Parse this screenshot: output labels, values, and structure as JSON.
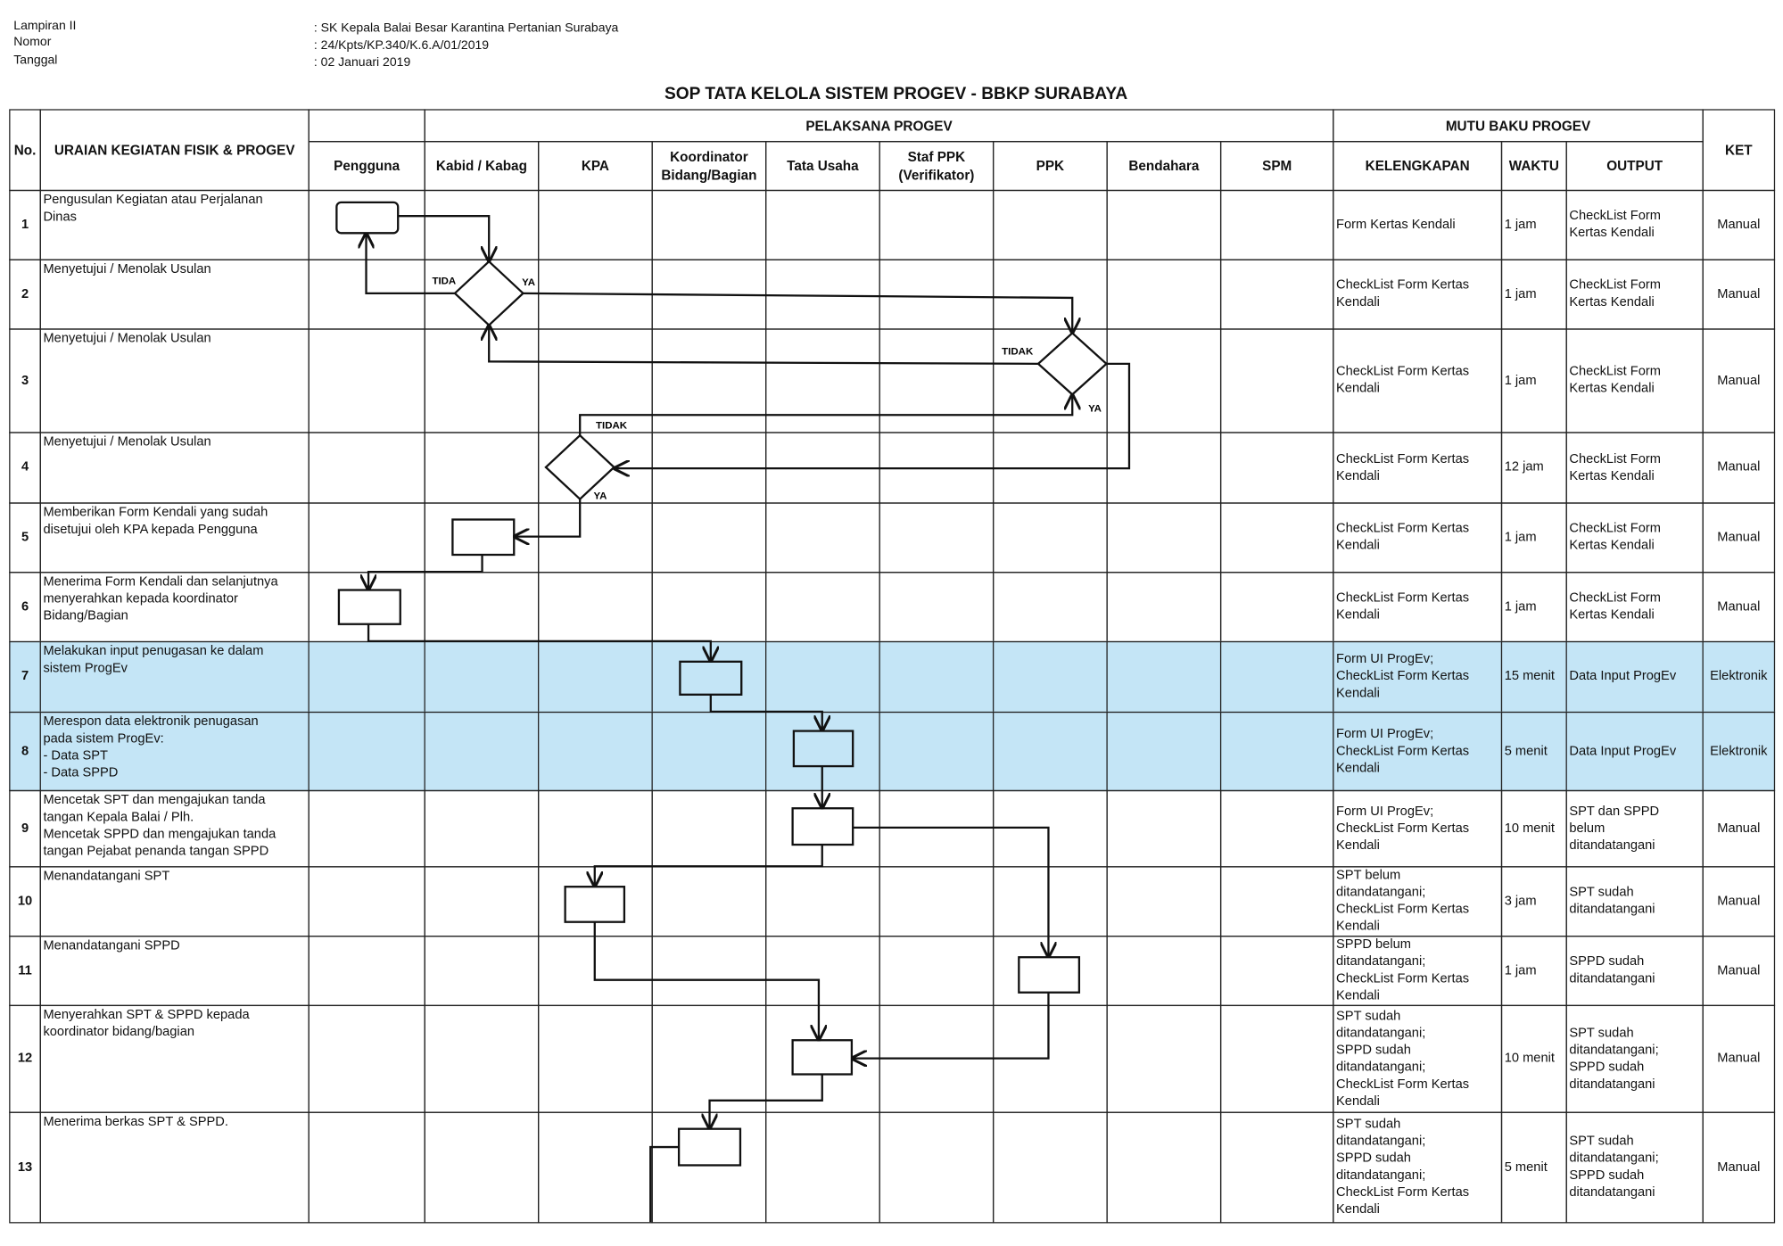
{
  "header": {
    "labels": [
      "Lampiran  II",
      "Nomor",
      "Tanggal"
    ],
    "values": [
      ": SK Kepala Balai Besar Karantina Pertanian Surabaya",
      ": 24/Kpts/KP.340/K.6.A/01/2019",
      ": 02 Januari 2019"
    ]
  },
  "title": "SOP TATA KELOLA SISTEM PROGEV - BBKP SURABAYA",
  "table_header": {
    "no": "No.",
    "uraian": "URAIAN KEGIATAN FISIK & PROGEV",
    "pelaksana": "PELAKSANA PROGEV",
    "mutu": "MUTU BAKU PROGEV",
    "ket": "KET",
    "actors": [
      "Pengguna",
      "Kabid / Kabag",
      "KPA",
      "Koordinator\nBidang/Bagian",
      "Tata Usaha",
      "Staf PPK\n(Verifikator)",
      "PPK",
      "Bendahara",
      "SPM"
    ],
    "mutu_cols": [
      "KELENGKAPAN",
      "WAKTU",
      "OUTPUT"
    ]
  },
  "flow_labels": {
    "tida": "TIDA",
    "ya1": "YA",
    "tidak1": "TIDAK",
    "ya2": "YA",
    "tidak2": "TIDAK",
    "ya3": "YA"
  },
  "rows": [
    {
      "no": "1",
      "uraian": "Pengusulan Kegiatan atau Perjalanan\nDinas",
      "kelengkapan": "Form Kertas Kendali",
      "waktu": "1 jam",
      "output": "CheckList Form\nKertas Kendali",
      "ket": "Manual"
    },
    {
      "no": "2",
      "uraian": "Menyetujui / Menolak Usulan",
      "kelengkapan": "CheckList Form Kertas\nKendali",
      "waktu": "1 jam",
      "output": "CheckList Form\nKertas Kendali",
      "ket": "Manual"
    },
    {
      "no": "3",
      "uraian": "Menyetujui / Menolak Usulan",
      "kelengkapan": "CheckList Form Kertas\nKendali",
      "waktu": "1 jam",
      "output": "CheckList Form\nKertas Kendali",
      "ket": "Manual"
    },
    {
      "no": "4",
      "uraian": "Menyetujui / Menolak Usulan",
      "kelengkapan": "CheckList Form Kertas\nKendali",
      "waktu": "12 jam",
      "output": "CheckList Form\nKertas Kendali",
      "ket": "Manual"
    },
    {
      "no": "5",
      "uraian": "Memberikan Form Kendali yang sudah\ndisetujui oleh KPA kepada Pengguna",
      "kelengkapan": "CheckList Form Kertas\nKendali",
      "waktu": "1 jam",
      "output": "CheckList Form\nKertas Kendali",
      "ket": "Manual"
    },
    {
      "no": "6",
      "uraian": "Menerima Form Kendali dan selanjutnya\nmenyerahkan kepada koordinator\nBidang/Bagian",
      "kelengkapan": "CheckList Form Kertas\nKendali",
      "waktu": "1 jam",
      "output": "CheckList Form\nKertas Kendali",
      "ket": "Manual"
    },
    {
      "no": "7",
      "uraian": "Melakukan input penugasan ke dalam\nsistem ProgEv",
      "kelengkapan": "Form UI ProgEv;\nCheckList Form Kertas\nKendali",
      "waktu": "15 menit",
      "output": "Data Input ProgEv",
      "ket": "Elektronik",
      "highlight": true
    },
    {
      "no": "8",
      "uraian": "Merespon data elektronik penugasan\npada sistem ProgEv:\n- Data SPT\n- Data SPPD",
      "kelengkapan": "Form UI ProgEv;\nCheckList Form Kertas\nKendali",
      "waktu": "5 menit",
      "output": "Data Input ProgEv",
      "ket": "Elektronik",
      "highlight": true
    },
    {
      "no": "9",
      "uraian": "Mencetak SPT dan mengajukan tanda\ntangan Kepala Balai / Plh.\nMencetak SPPD dan mengajukan tanda\ntangan Pejabat penanda tangan SPPD",
      "kelengkapan": "Form UI ProgEv;\nCheckList Form Kertas\nKendali",
      "waktu": "10 menit",
      "output": "SPT dan SPPD\nbelum\nditandatangani",
      "ket": "Manual"
    },
    {
      "no": "10",
      "uraian": "Menandatangani SPT",
      "kelengkapan": "SPT belum\nditandatangani;\nCheckList Form Kertas\nKendali",
      "waktu": "3 jam",
      "output": "SPT sudah\nditandatangani",
      "ket": "Manual"
    },
    {
      "no": "11",
      "uraian": "Menandatangani SPPD",
      "kelengkapan": "SPPD belum\nditandatangani;\nCheckList Form Kertas\nKendali",
      "waktu": "1 jam",
      "output": "SPPD sudah\nditandatangani",
      "ket": "Manual"
    },
    {
      "no": "12",
      "uraian": "Menyerahkan SPT & SPPD kepada\nkoordinator bidang/bagian",
      "kelengkapan": "SPT sudah\nditandatangani;\nSPPD sudah\nditandatangani;\nCheckList Form Kertas\nKendali",
      "waktu": "10 menit",
      "output": "SPT sudah\nditandatangani;\nSPPD sudah\nditandatangani",
      "ket": "Manual"
    },
    {
      "no": "13",
      "uraian": "Menerima berkas SPT & SPPD.",
      "kelengkapan": "SPT sudah\nditandatangani;\nSPPD sudah\nditandatangani;\nCheckList Form Kertas\nKendali",
      "waktu": "5 menit",
      "output": "SPT sudah\nditandatangani;\nSPPD sudah\nditandatangani",
      "ket": "Manual"
    }
  ]
}
